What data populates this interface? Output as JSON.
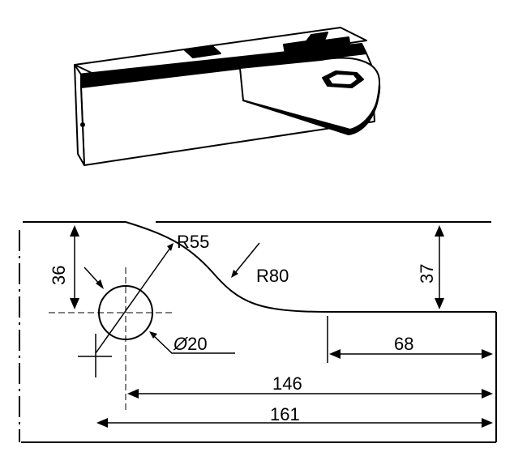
{
  "colors": {
    "stroke": "#000000",
    "background": "#ffffff",
    "product_face": "#ffffff",
    "product_shadow": "#000000"
  },
  "product": {
    "icon": "glass-door-patch-fitting-icon"
  },
  "dimensions": {
    "r55": "R55",
    "r80": "R80",
    "d36": "36",
    "d37": "37",
    "dia_symbol": "Ø",
    "dia_value": "20",
    "d68": "68",
    "d146": "146",
    "d161": "161"
  }
}
